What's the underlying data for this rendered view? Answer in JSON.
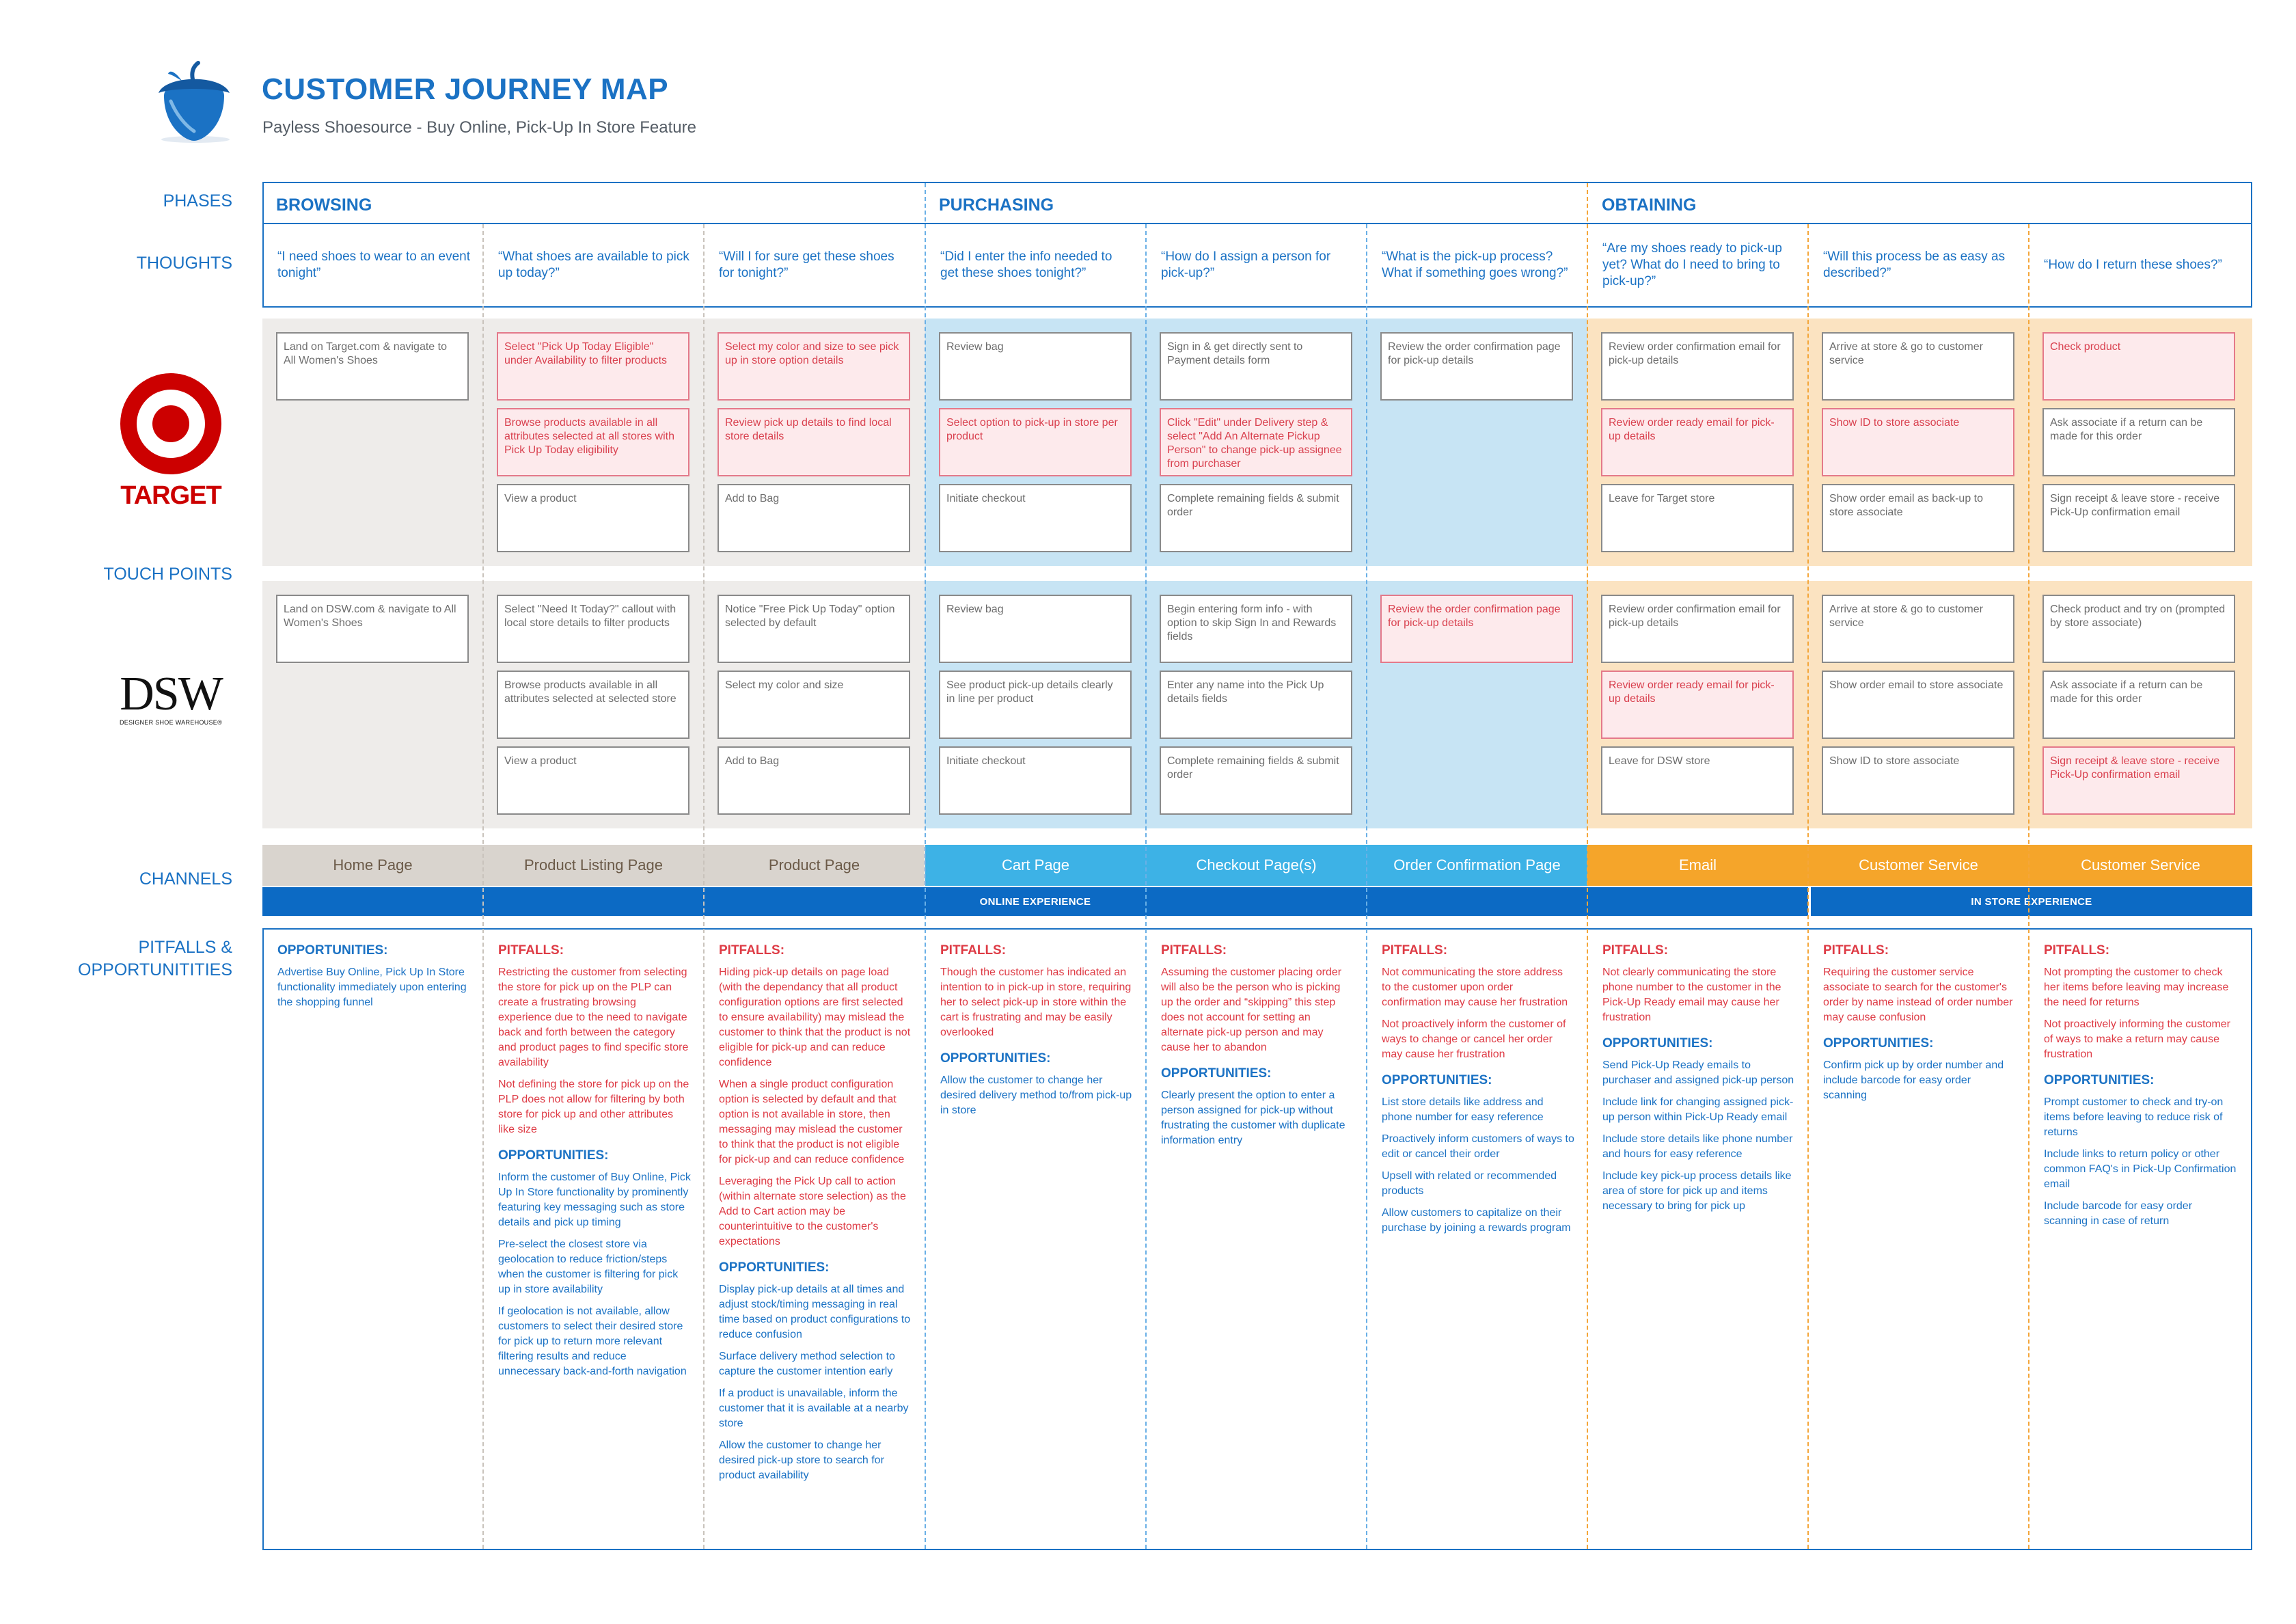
{
  "header": {
    "title": "CUSTOMER JOURNEY MAP",
    "subtitle": "Payless Shoesource - Buy Online, Pick-Up In Store Feature"
  },
  "row_labels": {
    "phases": "PHASES",
    "thoughts": "THOUGHTS",
    "touch_points": "TOUCH POINTS",
    "channels": "CHANNELS",
    "pitfalls_line1": "PITFALLS &",
    "pitfalls_line2": "OPPORTUNITITIES"
  },
  "phases": [
    "BROWSING",
    "PURCHASING",
    "OBTAINING"
  ],
  "thoughts": [
    "“I need shoes to wear to an event tonight”",
    "“What shoes are available to pick up today?”",
    "“Will I for sure get these shoes for tonight?”",
    "“Did I enter the info needed to get these shoes tonight?”",
    "“How do I assign a person for pick-up?”",
    "“What is the pick-up process? What if something goes wrong?”",
    "“Are my shoes ready to pick-up yet? What do I need to bring to pick-up?”",
    "“Will this process be as easy as described?”",
    "“How do I return these shoes?”"
  ],
  "brands": {
    "target": "TARGET",
    "dsw": "DSW",
    "dsw_tagline": "DESIGNER SHOE WAREHOUSE®"
  },
  "target_cards": [
    [
      {
        "text": "Land on Target.com & navigate to All Women's Shoes",
        "pain": false
      }
    ],
    [
      {
        "text": "Select \"Pick Up Today Eligible\" under Availability to filter products",
        "pain": true
      },
      {
        "text": "Browse products available in all attributes selected at all stores with Pick Up Today eligibility",
        "pain": true
      },
      {
        "text": "View a product",
        "pain": false
      }
    ],
    [
      {
        "text": "Select my color and size to see pick up in store option details",
        "pain": true
      },
      {
        "text": "Review pick up details to find local store details",
        "pain": true
      },
      {
        "text": "Add to Bag",
        "pain": false
      }
    ],
    [
      {
        "text": "Review bag",
        "pain": false
      },
      {
        "text": "Select option to pick-up in store per product",
        "pain": true
      },
      {
        "text": "Initiate checkout",
        "pain": false
      }
    ],
    [
      {
        "text": "Sign in & get directly sent to Payment details  form",
        "pain": false
      },
      {
        "text": "Click \"Edit\" under Delivery step & select \"Add An Alternate Pickup Person\" to change pick-up assignee from purchaser",
        "pain": true
      },
      {
        "text": "Complete remaining fields & submit order",
        "pain": false
      }
    ],
    [
      {
        "text": "Review the order confirmation page for pick-up details",
        "pain": false
      }
    ],
    [
      {
        "text": "Review order confirmation email for pick-up details",
        "pain": false
      },
      {
        "text": "Review order ready email for pick-up details",
        "pain": true
      },
      {
        "text": "Leave for Target store",
        "pain": false
      }
    ],
    [
      {
        "text": "Arrive at store & go to customer service",
        "pain": false
      },
      {
        "text": "Show ID to store associate",
        "pain": true
      },
      {
        "text": "Show order email as back-up to store associate",
        "pain": false
      }
    ],
    [
      {
        "text": "Check product",
        "pain": true
      },
      {
        "text": "Ask associate if a return can be made for this order",
        "pain": false
      },
      {
        "text": "Sign receipt & leave store - receive Pick-Up confirmation email",
        "pain": false
      }
    ]
  ],
  "dsw_cards": [
    [
      {
        "text": "Land on DSW.com & navigate to All Women's Shoes",
        "pain": false
      }
    ],
    [
      {
        "text": "Select \"Need It Today?\" callout with local store details to filter products",
        "pain": false
      },
      {
        "text": "Browse products available in all attributes selected at selected store",
        "pain": false
      },
      {
        "text": "View a product",
        "pain": false
      }
    ],
    [
      {
        "text": "Notice \"Free Pick Up Today\" option selected by default",
        "pain": false
      },
      {
        "text": "Select my color and size",
        "pain": false
      },
      {
        "text": "Add to Bag",
        "pain": false
      }
    ],
    [
      {
        "text": "Review bag",
        "pain": false
      },
      {
        "text": "See product pick-up details clearly in line per product",
        "pain": false
      },
      {
        "text": "Initiate checkout",
        "pain": false
      }
    ],
    [
      {
        "text": "Begin entering form info - with option to skip Sign In and Rewards fields",
        "pain": false
      },
      {
        "text": "Enter any name into the Pick Up details fields",
        "pain": false
      },
      {
        "text": "Complete remaining fields & submit order",
        "pain": false
      }
    ],
    [
      {
        "text": "Review the order confirmation page for pick-up details",
        "pain": true
      }
    ],
    [
      {
        "text": "Review order confirmation email for pick-up details",
        "pain": false
      },
      {
        "text": "Review order ready email for pick-up details",
        "pain": true
      },
      {
        "text": "Leave for DSW store",
        "pain": false
      }
    ],
    [
      {
        "text": "Arrive at store & go to customer service",
        "pain": false
      },
      {
        "text": "Show order email to store associate",
        "pain": false
      },
      {
        "text": "Show ID to store associate",
        "pain": false
      }
    ],
    [
      {
        "text": "Check product and try on (prompted by store associate)",
        "pain": false
      },
      {
        "text": "Ask associate if a return can be made for this order",
        "pain": false
      },
      {
        "text": "Sign receipt & leave store - receive Pick-Up confirmation email",
        "pain": true
      }
    ]
  ],
  "channels": [
    "Home Page",
    "Product Listing Page",
    "Product Page",
    "Cart Page",
    "Checkout Page(s)",
    "Order Confirmation Page",
    "Email",
    "Customer Service",
    "Customer Service"
  ],
  "experiences": [
    "ONLINE EXPERIENCE",
    "IN STORE EXPERIENCE"
  ],
  "section_titles": {
    "pitfalls": "PITFALLS:",
    "opportunities": "OPPORTUNITIES:"
  },
  "pitfalls_columns": [
    {
      "pitfalls": [],
      "opportunities": [
        "Advertise Buy Online, Pick Up In Store functionality immediately upon entering the shopping funnel"
      ]
    },
    {
      "pitfalls": [
        "Restricting the customer from selecting the store for pick up on the PLP can create a frustrating browsing experience due to the need to navigate back and forth between the category and product pages to find specific store availability",
        "Not defining the store for pick up on the PLP does not allow for filtering by both store for pick up and other attributes like size"
      ],
      "opportunities": [
        "Inform the customer of Buy Online, Pick Up In Store functionality by prominently featuring key messaging such as store details and pick up timing",
        "Pre-select the closest store via geolocation to reduce friction/steps when the customer is filtering for pick up in store availability",
        "If geolocation is not available, allow customers to select their desired store for pick up to return more relevant filtering results and reduce unnecessary back-and-forth navigation"
      ]
    },
    {
      "pitfalls": [
        "Hiding pick-up details on page load (with the dependancy that all product configuration options are first selected to ensure availability) may mislead the customer to think that the product is not eligible for pick-up and can reduce confidence",
        "When a single product configuration option is selected by default and that option is not available in store, then messaging may mislead the customer to think that the product is not eligible for pick-up and can reduce confidence",
        "Leveraging the Pick Up call to action (within alternate store selection) as the Add to Cart action may be counterintuitive to the customer's expectations"
      ],
      "opportunities": [
        "Display pick-up details at all times and adjust stock/timing messaging in real time based on product configurations to reduce confusion",
        "Surface delivery method selection to capture the customer intention early",
        "If a product is unavailable, inform the customer that it is available at a nearby store",
        "Allow the customer to change her desired pick-up store to search for product availability"
      ]
    },
    {
      "pitfalls": [
        "Though the customer has indicated an intention to in pick-up in store, requiring her to select pick-up in store within the cart is frustrating and may be easily overlooked"
      ],
      "opportunities": [
        "Allow the customer to change her desired delivery method to/from pick-up in store"
      ]
    },
    {
      "pitfalls": [
        "Assuming the customer placing order will also be the person who is picking up the order and “skipping” this step does not account for setting an alternate pick-up person and may cause her to abandon"
      ],
      "opportunities": [
        "Clearly present the option to enter a person assigned for pick-up without frustrating the customer with duplicate information entry"
      ]
    },
    {
      "pitfalls": [
        "Not communicating the store address to the customer upon order confirmation may cause her frustration",
        "Not proactively inform the customer of ways to change or cancel her order may cause her frustration"
      ],
      "opportunities": [
        "List store details like address and phone number for easy reference",
        "Proactively inform customers of ways to edit or cancel their order",
        "Upsell with related or recommended products",
        "Allow customers to capitalize on their purchase by joining a rewards program"
      ]
    },
    {
      "pitfalls": [
        "Not clearly communicating the store phone number to the customer in the Pick-Up Ready email may cause her frustration"
      ],
      "opportunities": [
        "Send Pick-Up Ready emails to purchaser and assigned pick-up person",
        "Include link for changing assigned pick-up person within Pick-Up Ready email",
        "Include store details like phone number and hours for easy reference",
        "Include key pick-up process details like area of store for pick up and items necessary to bring for pick up"
      ]
    },
    {
      "pitfalls": [
        "Requiring the customer service associate to search for the customer's order by name instead of order number may cause confusion"
      ],
      "opportunities": [
        "Confirm pick up by order number and include barcode for easy order scanning"
      ]
    },
    {
      "pitfalls": [
        "Not prompting the customer to check her items before leaving may increase the need for returns",
        "Not proactively informing the customer of ways to make a return may cause frustration"
      ],
      "opportunities": [
        "Prompt customer to check and try-on items before leaving to reduce risk of returns",
        "Include links to return policy or other common FAQ's in Pick-Up Confirmation email",
        "Include barcode for easy order scanning in case of return"
      ]
    }
  ],
  "colors": {
    "brand_blue": "#1b72c4",
    "browsing_bg": "#eeecea",
    "purchasing_bg": "#c7e4f4",
    "obtaining_bg": "#fbe3c1",
    "pain_red": "#de3b45",
    "channel_browsing": "#d9d4ce",
    "channel_purchasing": "#3db2e6",
    "channel_obtaining": "#f5a52a",
    "experience_bar": "#0c6ac4",
    "target_red": "#cc0000"
  }
}
